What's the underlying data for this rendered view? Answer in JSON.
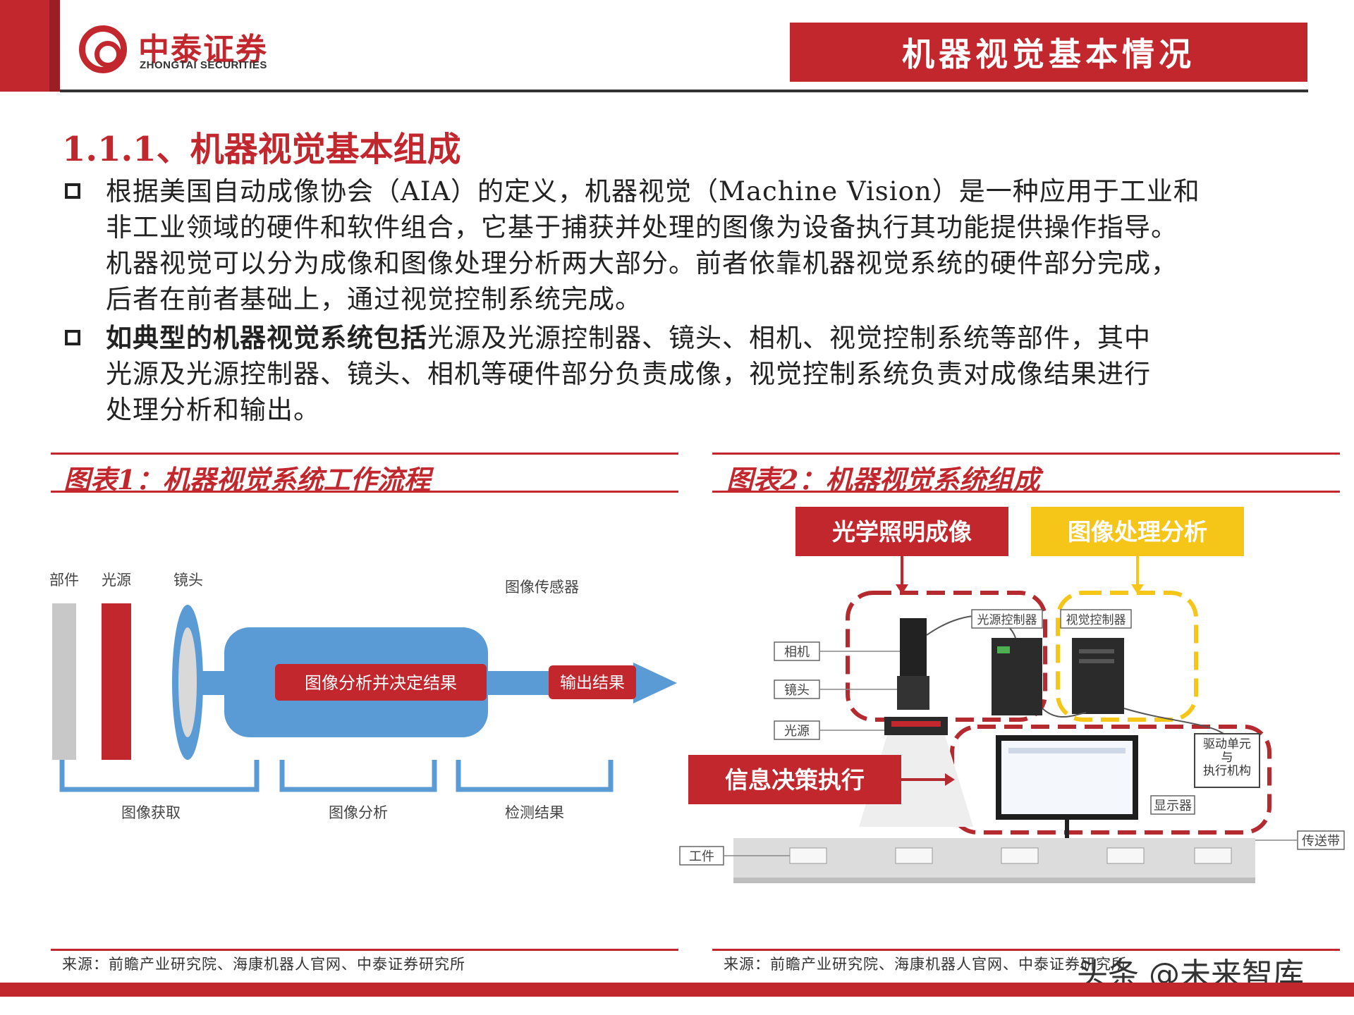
{
  "header": {
    "logo_cn": "中泰证券",
    "logo_en": "ZHONGTAI SECURITIES",
    "page_title": "机器视觉基本情况"
  },
  "section": {
    "title": "1.1.1、机器视觉基本组成",
    "paragraphs": [
      {
        "lines": [
          "根据美国自动成像协会（AIA）的定义，机器视觉（Machine Vision）是一种应用于工业和",
          "非工业领域的硬件和软件组合，它基于捕获并处理的图像为设备执行其功能提供操作指导。",
          "机器视觉可以分为成像和图像处理分析两大部分。前者依靠机器视觉系统的硬件部分完成，",
          "后者在前者基础上，通过视觉控制系统完成。"
        ]
      },
      {
        "bold_lead": "如典型的机器视觉系统包括",
        "line1_rest": "光源及光源控制器、镜头、相机、视觉控制系统等部件，其中",
        "lines": [
          "光源及光源控制器、镜头、相机等硬件部分负责成像，视觉控制系统负责对成像结果进行",
          "处理分析和输出。"
        ]
      }
    ]
  },
  "figure1": {
    "title": "图表1：机器视觉系统工作流程",
    "labels": {
      "part": "部件",
      "light": "光源",
      "lens": "镜头",
      "sensor": "图像传感器",
      "analyze": "图像分析并决定结果",
      "output": "输出结果",
      "acquire": "图像获取",
      "analysis": "图像分析",
      "result": "检测结果"
    },
    "source": "来源：前瞻产业研究院、海康机器人官网、中泰证券研究所",
    "colors": {
      "tube": "#5b9bd5",
      "red": "#c1272d",
      "part": "#c8c8c8"
    }
  },
  "figure2": {
    "title": "图表2：机器视觉系统组成",
    "labels": {
      "optical": "光学照明成像",
      "processing": "图像处理分析",
      "decision": "信息决策执行",
      "camera": "相机",
      "lens": "镜头",
      "light": "光源",
      "light_ctrl": "光源控制器",
      "vision_ctrl": "视觉控制器",
      "drive_1": "驱动单元",
      "drive_2": "与",
      "drive_3": "执行机构",
      "display": "显示器",
      "workpiece": "工件",
      "conveyor": "传送带"
    },
    "source": "来源：前瞻产业研究院、海康机器人官网、中泰证券研究所",
    "colors": {
      "red": "#c1272d",
      "yellow": "#f5c518"
    }
  },
  "watermark": "头条 @未来智库"
}
